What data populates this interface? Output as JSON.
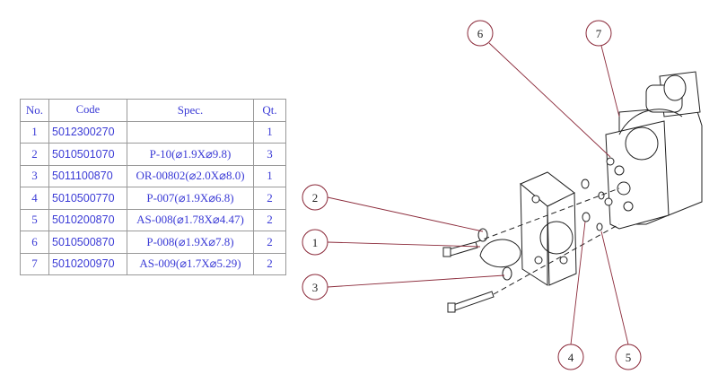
{
  "table": {
    "headers": [
      "No.",
      "Code",
      "Spec.",
      "Qt."
    ],
    "rows": [
      {
        "no": "1",
        "code": "5012300270",
        "spec": "",
        "qt": "1"
      },
      {
        "no": "2",
        "code": "5010501070",
        "spec": "P-10(⌀1.9X⌀9.8)",
        "qt": "3"
      },
      {
        "no": "3",
        "code": "5011100870",
        "spec": "OR-00802(⌀2.0X⌀8.0)",
        "qt": "1"
      },
      {
        "no": "4",
        "code": "5010500770",
        "spec": "P-007(⌀1.9X⌀6.8)",
        "qt": "2"
      },
      {
        "no": "5",
        "code": "5010200870",
        "spec": "AS-008(⌀1.78X⌀4.47)",
        "qt": "2"
      },
      {
        "no": "6",
        "code": "5010500870",
        "spec": "P-008(⌀1.9X⌀7.8)",
        "qt": "2"
      },
      {
        "no": "7",
        "code": "5010200970",
        "spec": "AS-009(⌀1.7X⌀5.29)",
        "qt": "2"
      }
    ]
  },
  "callouts": [
    "1",
    "2",
    "3",
    "4",
    "5",
    "6",
    "7"
  ],
  "colors": {
    "text": "#3b3bd6",
    "leader": "#8b2a3a"
  }
}
